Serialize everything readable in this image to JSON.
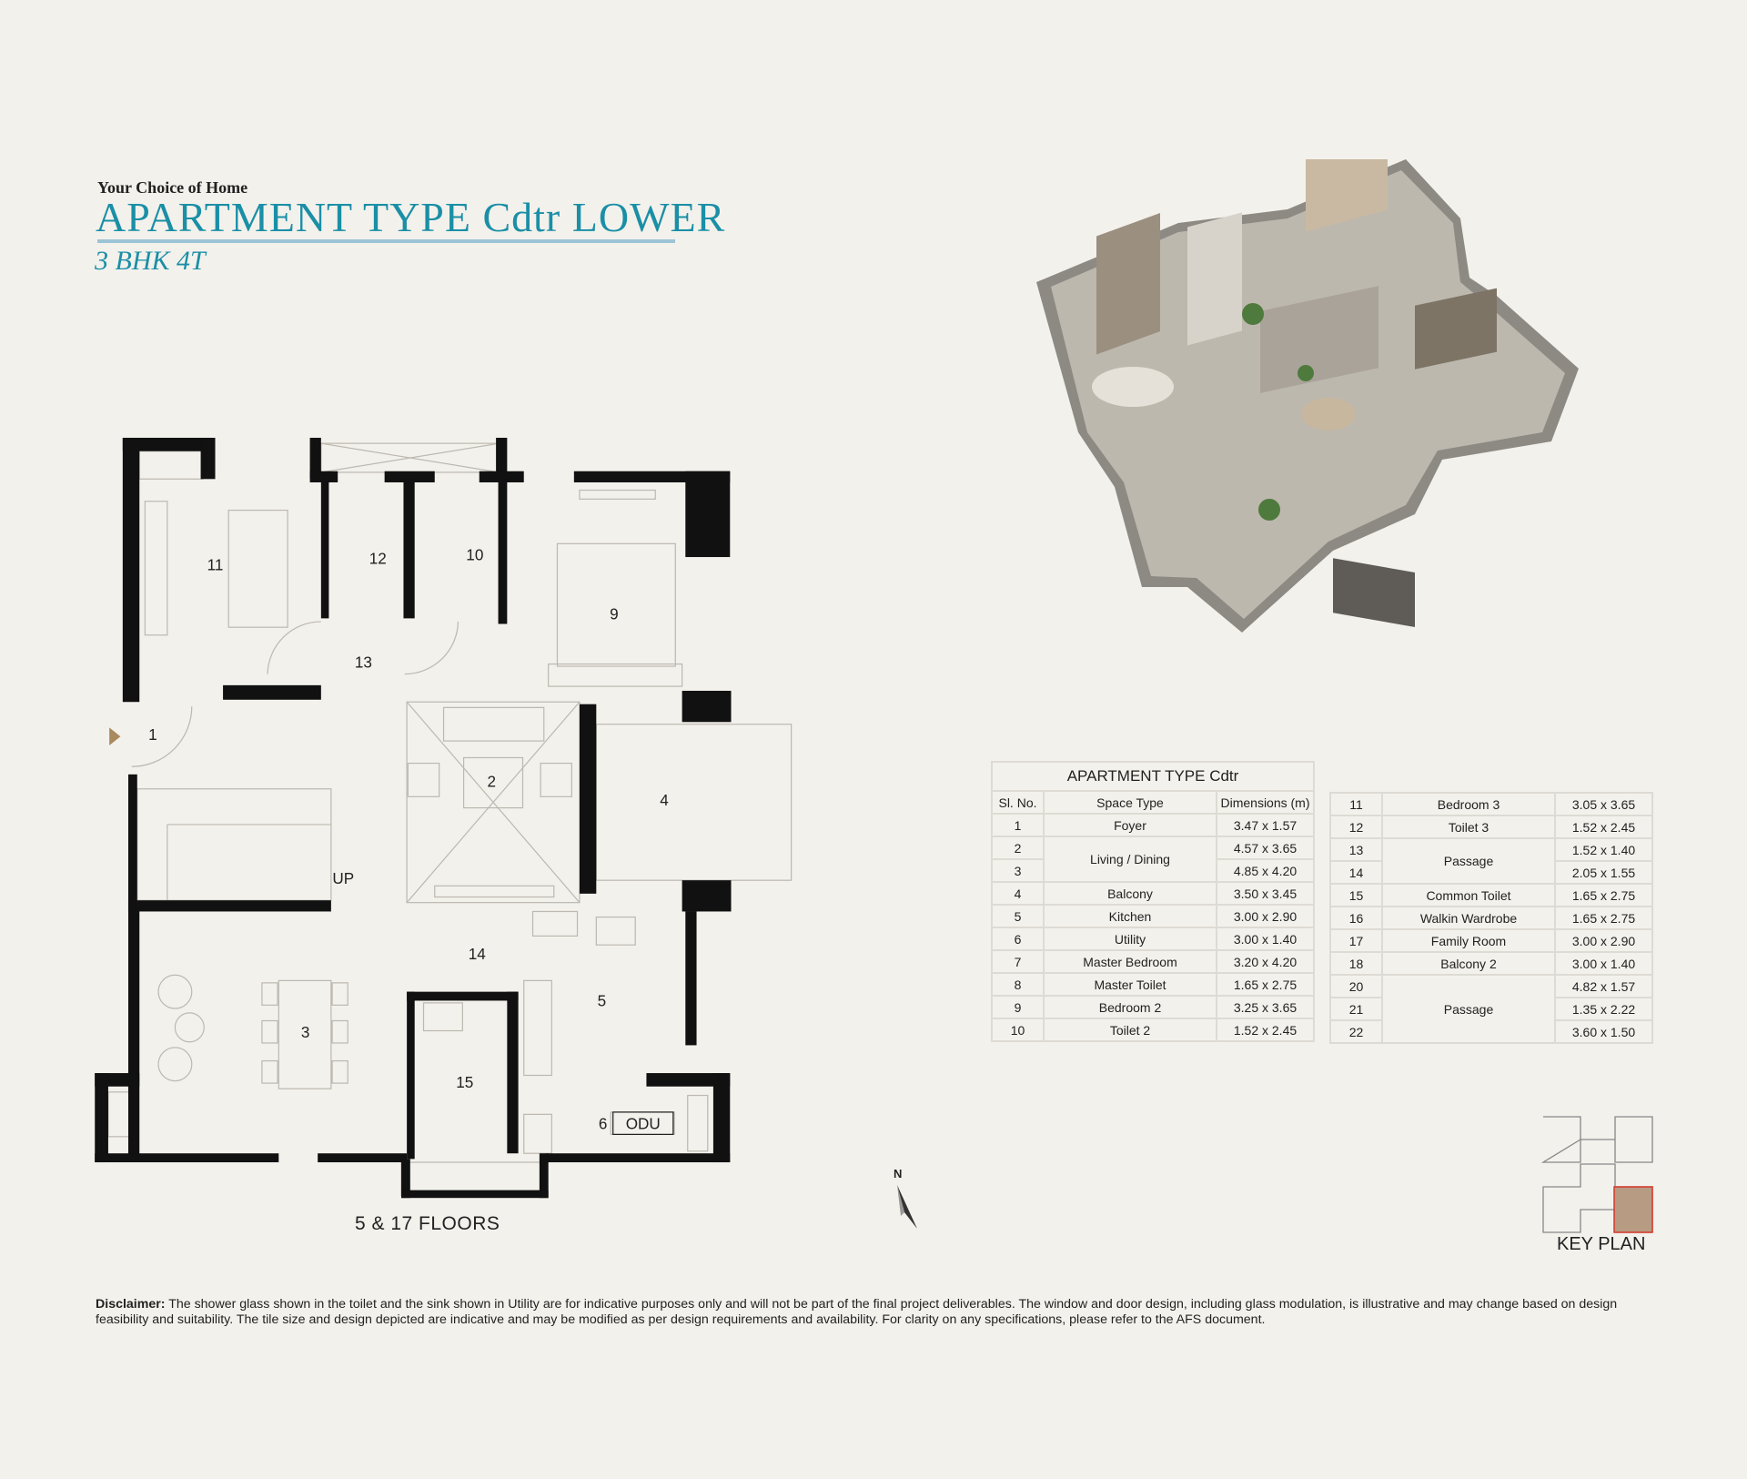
{
  "header": {
    "tagline": "Your Choice of Home",
    "title": "APARTMENT TYPE Cdtr LOWER",
    "subtitle": "3 BHK 4T"
  },
  "plan": {
    "rooms": [
      "1",
      "2",
      "3",
      "4",
      "5",
      "6",
      "9",
      "10",
      "11",
      "12",
      "13",
      "14",
      "15"
    ],
    "labels": {
      "up": "UP",
      "odu": "ODU"
    },
    "floors": "5 & 17  FLOORS"
  },
  "table": {
    "title": "APARTMENT TYPE Cdtr",
    "headers": [
      "Sl. No.",
      "Space Type",
      "Dimensions (m)"
    ],
    "left": [
      {
        "no": "1",
        "space": "Foyer",
        "dim": "3.47 x 1.57"
      },
      {
        "no": "2",
        "space": "Living / Dining",
        "dim": "4.57 x 3.65"
      },
      {
        "no": "3",
        "space": "",
        "dim": "4.85 x 4.20"
      },
      {
        "no": "4",
        "space": "Balcony",
        "dim": "3.50 x 3.45"
      },
      {
        "no": "5",
        "space": "Kitchen",
        "dim": "3.00 x 2.90"
      },
      {
        "no": "6",
        "space": "Utility",
        "dim": "3.00 x 1.40"
      },
      {
        "no": "7",
        "space": "Master Bedroom",
        "dim": "3.20 x 4.20"
      },
      {
        "no": "8",
        "space": "Master Toilet",
        "dim": "1.65 x 2.75"
      },
      {
        "no": "9",
        "space": "Bedroom 2",
        "dim": "3.25 x 3.65"
      },
      {
        "no": "10",
        "space": "Toilet 2",
        "dim": "1.52 x 2.45"
      }
    ],
    "right": [
      {
        "no": "11",
        "space": "Bedroom 3",
        "dim": "3.05 x 3.65"
      },
      {
        "no": "12",
        "space": "Toilet 3",
        "dim": "1.52 x 2.45"
      },
      {
        "no": "13",
        "space": "Passage",
        "dim": "1.52 x 1.40"
      },
      {
        "no": "14",
        "space": "",
        "dim": "2.05 x 1.55"
      },
      {
        "no": "15",
        "space": "Common Toilet",
        "dim": "1.65 x 2.75"
      },
      {
        "no": "16",
        "space": "Walkin Wardrobe",
        "dim": "1.65 x 2.75"
      },
      {
        "no": "17",
        "space": "Family Room",
        "dim": "3.00 x 2.90"
      },
      {
        "no": "18",
        "space": "Balcony 2",
        "dim": "3.00 x 1.40"
      },
      {
        "no": "20",
        "space": "Passage",
        "dim": "4.82 x 1.57"
      },
      {
        "no": "21",
        "space": "",
        "dim": "1.35 x 2.22"
      },
      {
        "no": "22",
        "space": "",
        "dim": "3.60 x 1.50"
      }
    ]
  },
  "north_label": "N",
  "key_plan": {
    "label": "KEY PLAN",
    "highlight_color": "#b79b82",
    "highlight_border": "#d9362b"
  },
  "disclaimer": {
    "label": "Disclaimer:",
    "text": "The shower glass shown in the toilet and the sink shown in Utility are for indicative purposes only and will not be part of the final project deliverables. The window and door design, including glass modulation, is illustrative and may change based on design feasibility and suitability. The tile size and design depicted are indicative and may be modified as per design requirements and availability. For clarity on any specifications, please refer to the AFS document."
  },
  "colors": {
    "accent": "#1a8fa6",
    "rule": "#9cc4d6",
    "background": "#f3f1ec",
    "wall": "#111111"
  }
}
